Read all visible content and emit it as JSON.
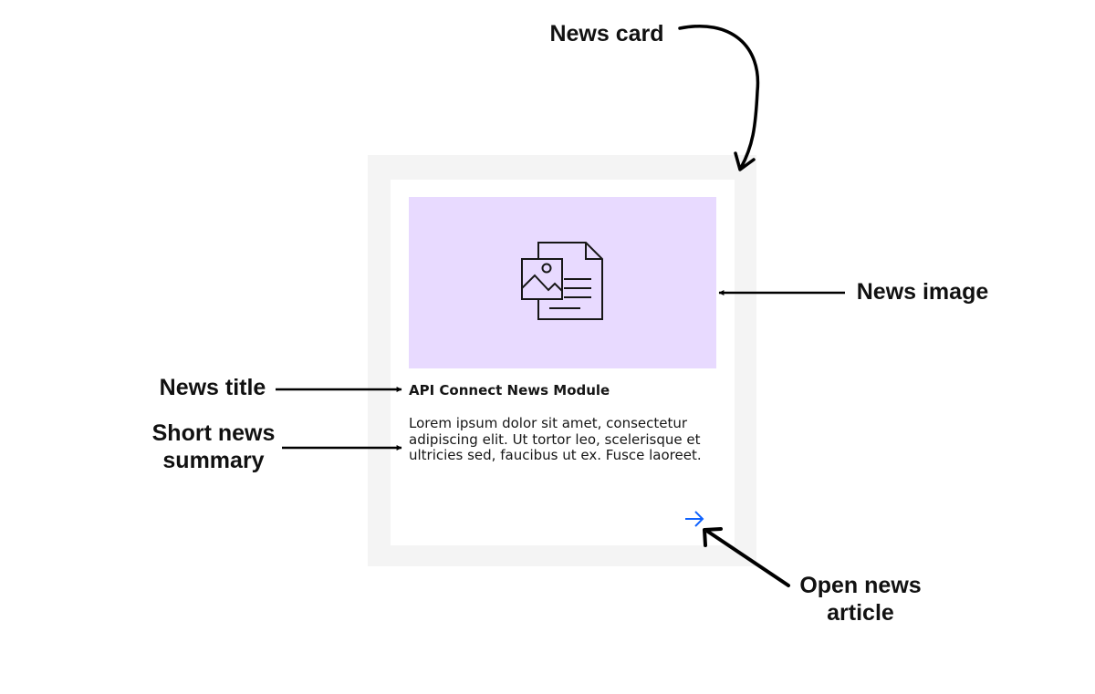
{
  "card": {
    "title": "API Connect News Module",
    "summary": "Lorem ipsum dolor sit amet, consectetur adipiscing elit. Ut tortor leo, scelerisque et ultricies sed, faucibus ut ex. Fusce laoreet.",
    "image_icon": "news-document-icon",
    "open_icon": "arrow-right-icon",
    "image_background": "#e8daff",
    "accent_color": "#0f62fe"
  },
  "annotations": {
    "news_card": "News card",
    "news_image": "News image",
    "news_title": "News title",
    "short_news_summary": "Short news\nsummary",
    "open_news_article": "Open news\narticle"
  }
}
